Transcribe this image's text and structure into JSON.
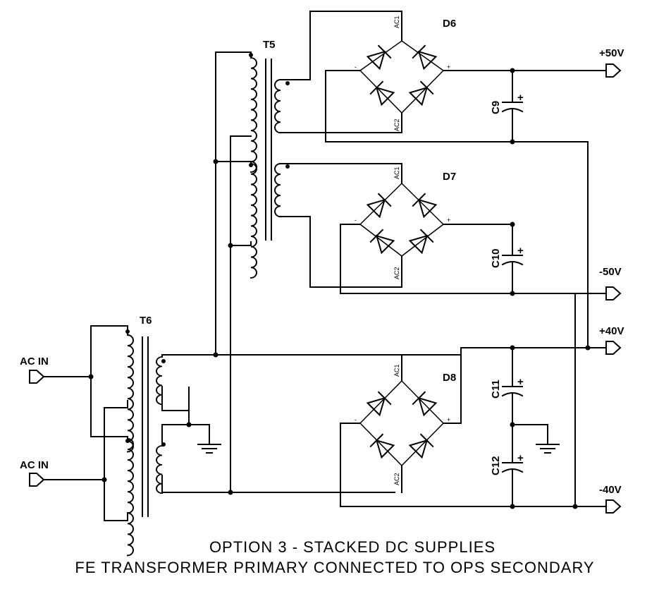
{
  "transformers": {
    "t5": "T5",
    "t6": "T6"
  },
  "bridges": {
    "d6": "D6",
    "d7": "D7",
    "d8": "D8"
  },
  "bridge_pins": {
    "ac1": "AC1",
    "ac2": "AC2",
    "plus": "+",
    "minus": "-"
  },
  "capacitors": {
    "c9": "C9",
    "c10": "C10",
    "c11": "C11",
    "c12": "C12",
    "polarity": "+"
  },
  "outputs": {
    "plus50": "+50V",
    "minus50": "-50V",
    "plus40": "+40V",
    "minus40": "-40V"
  },
  "inputs": {
    "ac_in_1": "AC IN",
    "ac_in_2": "AC IN"
  },
  "caption": {
    "line1": "OPTION 3 - STACKED DC SUPPLIES",
    "line2": "FE TRANSFORMER PRIMARY CONNECTED TO OPS SECONDARY"
  }
}
